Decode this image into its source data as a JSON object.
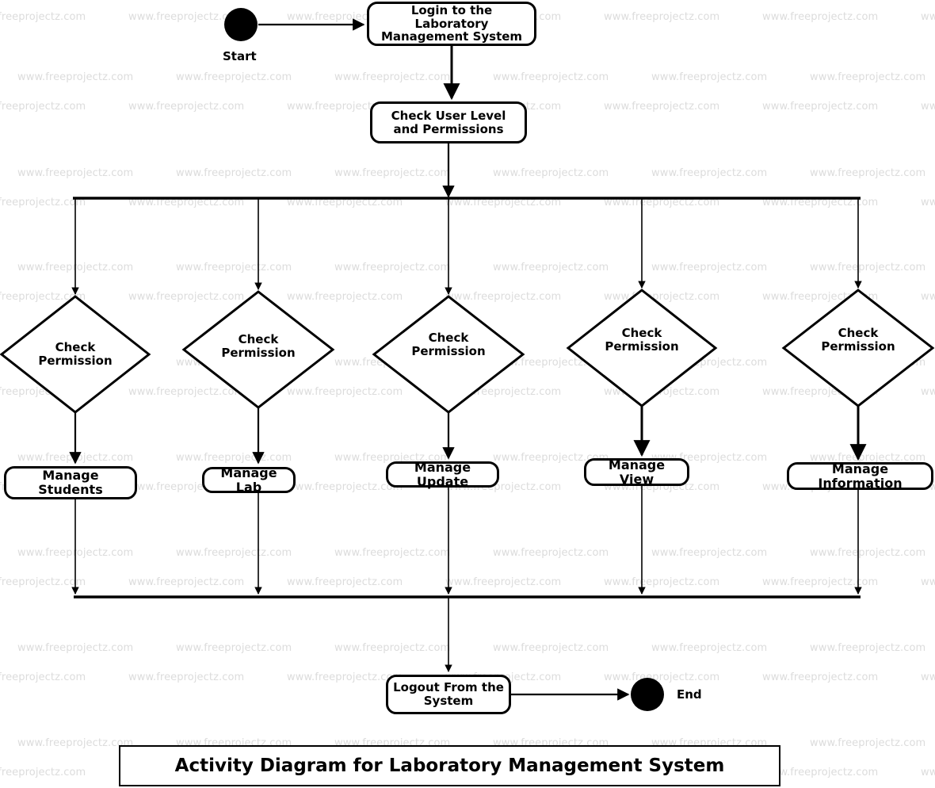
{
  "diagram": {
    "title": "Activity Diagram for Laboratory Management System",
    "watermark_text": "www.freeprojectz.com",
    "colors": {
      "stroke": "#000000",
      "fill": "#ffffff",
      "watermark": "#dcdcdc"
    },
    "start_label": "Start",
    "end_label": "End",
    "nodes": {
      "login": "Login to the Laboratory Management System",
      "check_user": "Check User Level and Permissions",
      "logout": "Logout From the System"
    },
    "branches": [
      {
        "decision_line1": "Check",
        "decision_line2": "Permission",
        "activity": "Manage Students"
      },
      {
        "decision_line1": "Check",
        "decision_line2": "Permission",
        "activity": "Manage Lab"
      },
      {
        "decision_line1": "Check",
        "decision_line2": "Permission",
        "activity": "Manage Update"
      },
      {
        "decision_line1": "Check",
        "decision_line2": "Permission",
        "activity": "Manage View"
      },
      {
        "decision_line1": "Check",
        "decision_line2": "Permission",
        "activity": "Manage Information"
      }
    ]
  }
}
